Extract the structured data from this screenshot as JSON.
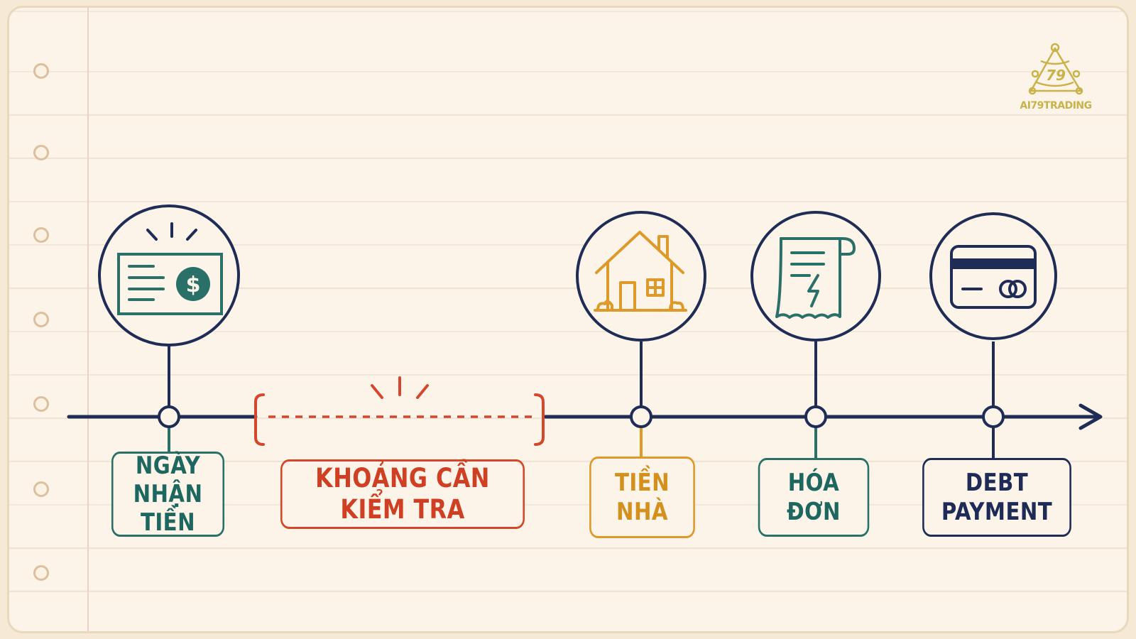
{
  "logo": {
    "text": "AI79TRADING",
    "number": "79"
  },
  "timeline": {
    "events": [
      {
        "id": "payday",
        "label_lines": [
          "NGÀY",
          "NHẬN TIỀN"
        ],
        "icon": "money-bill-icon"
      },
      {
        "id": "check-window",
        "label_lines": [
          "KHOẢNG CẦN KIỂM TRA"
        ],
        "icon": "dashed-bracket"
      },
      {
        "id": "rent",
        "label_lines": [
          "TIỀN",
          "NHÀ"
        ],
        "icon": "house-icon"
      },
      {
        "id": "bills",
        "label_lines": [
          "HÓA ĐƠN"
        ],
        "icon": "electric-bill-icon"
      },
      {
        "id": "debt",
        "label_lines": [
          "DEBT PAYMENT"
        ],
        "icon": "credit-card-icon"
      }
    ]
  },
  "colors": {
    "navy": "#1f2c55",
    "teal": "#2a7068",
    "red": "#d5472c",
    "orange": "#dd9a2a",
    "logo": "#c9b24a",
    "paper": "#fcf4e8"
  }
}
